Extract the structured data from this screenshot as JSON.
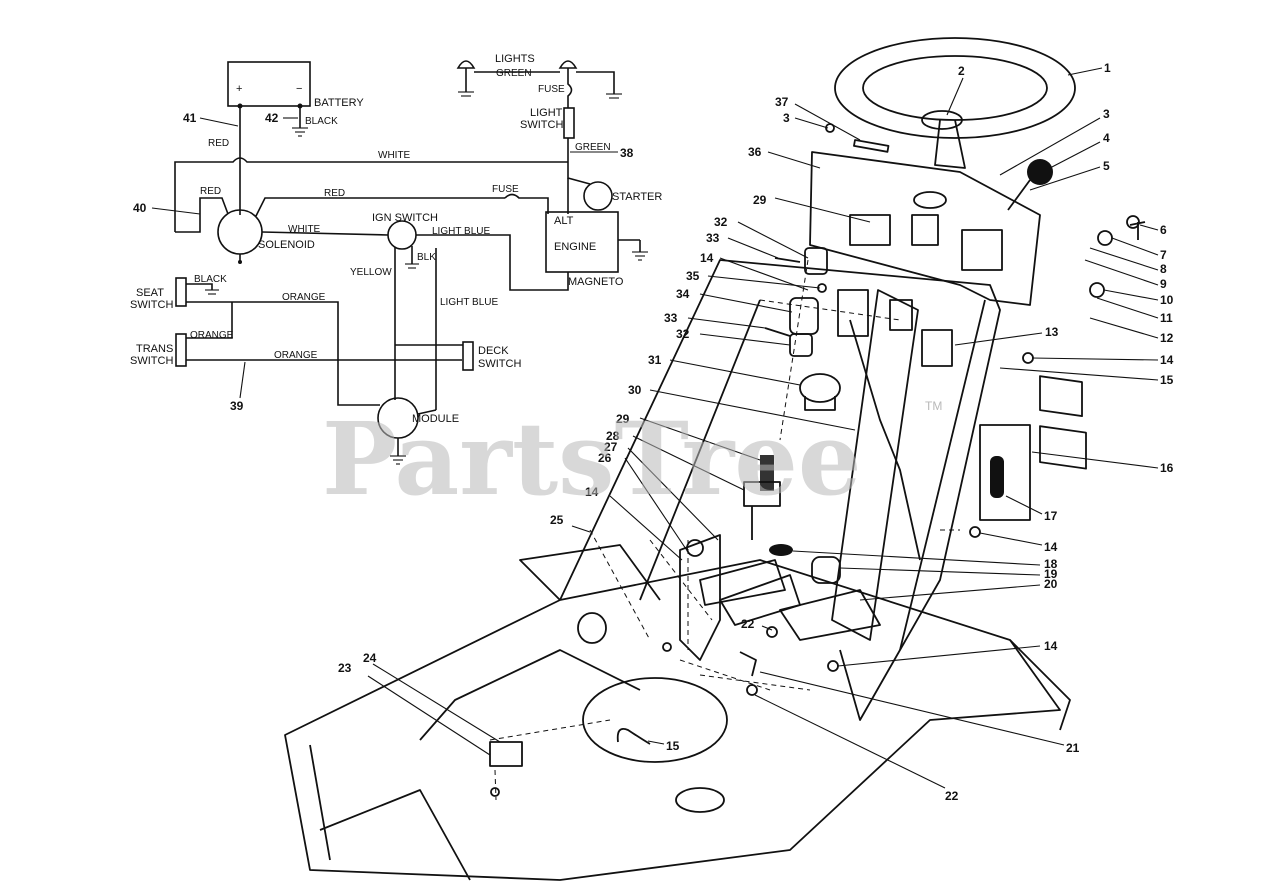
{
  "watermark": {
    "text": "PartsTree",
    "tm": "TM"
  },
  "wiring": {
    "battery": {
      "label": "BATTERY",
      "plus": "+",
      "minus": "−"
    },
    "wires": {
      "red_top": "RED",
      "black": "BLACK",
      "white_top": "WHITE",
      "red_mid": "RED",
      "red_left": "RED",
      "fuse_mid": "FUSE",
      "white_mid": "WHITE",
      "light_blue_top": "LIGHT BLUE",
      "blk": "BLK",
      "yellow": "YELLOW",
      "light_blue_side": "LIGHT BLUE",
      "orange_seat": "ORANGE",
      "orange_trans_left": "ORANGE",
      "orange_trans": "ORANGE",
      "black_seat": "BLACK",
      "green_top": "GREEN",
      "green_mid": "GREEN",
      "fuse_top": "FUSE"
    },
    "components": {
      "lights": "LIGHTS",
      "light_switch_1": "LIGHT",
      "light_switch_2": "SWITCH",
      "starter": "STARTER",
      "alt": "ALT",
      "engine": "ENGINE",
      "magneto": "MAGNETO",
      "solenoid": "SOLENOID",
      "ign_switch": "IGN SWITCH",
      "seat_switch_1": "SEAT",
      "seat_switch_2": "SWITCH",
      "trans_switch_1": "TRANS",
      "trans_switch_2": "SWITCH",
      "deck_switch_1": "DECK",
      "deck_switch_2": "SWITCH",
      "module": "MODULE"
    },
    "callouts": {
      "c41": "41",
      "c42": "42",
      "c40": "40",
      "c39": "39",
      "c38": "38"
    }
  },
  "parts_callouts": {
    "p1": "1",
    "p2": "2",
    "p3a": "3",
    "p3b": "3",
    "p4": "4",
    "p5": "5",
    "p6": "6",
    "p7": "7",
    "p8": "8",
    "p9": "9",
    "p10": "10",
    "p11": "11",
    "p12": "12",
    "p13": "13",
    "p14a": "14",
    "p14b": "14",
    "p14c": "14",
    "p14d": "14",
    "p14e": "14",
    "p15a": "15",
    "p15b": "15",
    "p16": "16",
    "p17": "17",
    "p18": "18",
    "p19": "19",
    "p20": "20",
    "p21": "21",
    "p22a": "22",
    "p22b": "22",
    "p23": "23",
    "p24": "24",
    "p25": "25",
    "p26": "26",
    "p27": "27",
    "p28": "28",
    "p29a": "29",
    "p29b": "29",
    "p30": "30",
    "p31": "31",
    "p32a": "32",
    "p32b": "32",
    "p33a": "33",
    "p33b": "33",
    "p34": "34",
    "p35": "35",
    "p36": "36",
    "p37": "37"
  }
}
